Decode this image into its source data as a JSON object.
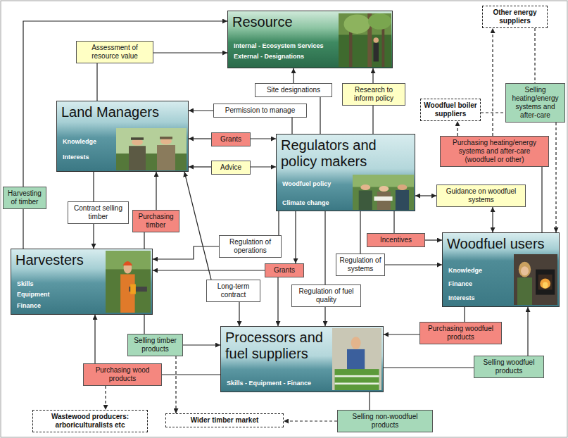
{
  "diagram": {
    "nodes": [
      {
        "text": [
          "Resource",
          "Internal - Ecosystem Services",
          "External - Designations"
        ]
      },
      {
        "text": [
          "Other energy suppliers"
        ]
      },
      {
        "text": [
          "Assessment of resource value"
        ]
      },
      {
        "text": [
          "Site designations"
        ]
      },
      {
        "text": [
          "Research to inform policy"
        ]
      },
      {
        "text": [
          "Land Managers",
          "Knowledge",
          "Interests"
        ]
      },
      {
        "text": [
          "Permission to manage"
        ]
      },
      {
        "text": [
          "Woodfuel boiler suppliers"
        ]
      },
      {
        "text": [
          "Selling heating/energy systems and after-care"
        ]
      },
      {
        "text": [
          "Grants"
        ]
      },
      {
        "text": [
          "Regulators and policy makers",
          "Woodfuel policy",
          "Climate change"
        ]
      },
      {
        "text": [
          "Purchasing heating/energy systems and after-care (woodfuel or other)"
        ]
      },
      {
        "text": [
          "Advice"
        ]
      },
      {
        "text": [
          "Guidance on woodfuel systems"
        ]
      },
      {
        "text": [
          "Harvesting of timber"
        ]
      },
      {
        "text": [
          "Contract selling timber"
        ]
      },
      {
        "text": [
          "Purchasing timber"
        ]
      },
      {
        "text": [
          "Incentives"
        ]
      },
      {
        "text": [
          "Regulation of operations"
        ]
      },
      {
        "text": [
          "Woodfuel users",
          "Knowledge",
          "Finance",
          "Interests"
        ]
      },
      {
        "text": [
          "Harvesters",
          "Skills",
          "Equipment",
          "Finance"
        ]
      },
      {
        "text": [
          "Regulation of systems"
        ]
      },
      {
        "text": [
          "Grants"
        ]
      },
      {
        "text": [
          "Long-term contract"
        ]
      },
      {
        "text": [
          "Regulation of fuel quality"
        ]
      },
      {
        "text": [
          "Purchasing woodfuel products"
        ]
      },
      {
        "text": [
          "Selling timber products"
        ]
      },
      {
        "text": [
          "Processors and fuel suppliers",
          "Skills - Equipment - Finance"
        ]
      },
      {
        "text": [
          "Selling woodfuel products"
        ]
      },
      {
        "text": [
          "Purchasing wood products"
        ]
      },
      {
        "text": [
          "Wastewood producers: arboriculturalists etc"
        ]
      },
      {
        "text": [
          "Wider timber market"
        ]
      },
      {
        "text": [
          "Selling non-woodfuel products"
        ]
      }
    ],
    "edges": [
      {
        "from": 5,
        "to": 2,
        "arrow": "none"
      },
      {
        "from": 2,
        "to": 0,
        "arrow": "to"
      },
      {
        "from": 20,
        "to": 14,
        "arrow": "none"
      },
      {
        "from": 14,
        "to": 0,
        "arrow": "to"
      },
      {
        "from": 10,
        "to": 3,
        "arrow": "none"
      },
      {
        "from": 3,
        "to": 0,
        "arrow": "to"
      },
      {
        "from": 10,
        "to": 4,
        "arrow": "none"
      },
      {
        "from": 4,
        "to": 0,
        "arrow": "to"
      },
      {
        "from": 10,
        "to": 6,
        "arrow": "none"
      },
      {
        "from": 6,
        "to": 5,
        "arrow": "to"
      },
      {
        "from": 9,
        "to": 5,
        "arrow": "to"
      },
      {
        "from": 9,
        "to": 10,
        "arrow": "to"
      },
      {
        "from": 12,
        "to": 5,
        "arrow": "to"
      },
      {
        "from": 12,
        "to": 10,
        "arrow": "to"
      },
      {
        "from": 5,
        "to": 15,
        "arrow": "none"
      },
      {
        "from": 15,
        "to": 20,
        "arrow": "to"
      },
      {
        "from": 20,
        "to": 16,
        "arrow": "none"
      },
      {
        "from": 16,
        "to": 5,
        "arrow": "to"
      },
      {
        "from": 10,
        "to": 18,
        "arrow": "none"
      },
      {
        "from": 18,
        "to": 20,
        "arrow": "to"
      },
      {
        "from": 10,
        "to": 22,
        "arrow": "to"
      },
      {
        "from": 22,
        "to": 20,
        "arrow": "to"
      },
      {
        "from": 22,
        "to": 27,
        "arrow": "to"
      },
      {
        "from": 23,
        "to": 5,
        "arrow": "to"
      },
      {
        "from": 23,
        "to": 27,
        "arrow": "to"
      },
      {
        "from": 10,
        "to": 24,
        "arrow": "none"
      },
      {
        "from": 24,
        "to": 27,
        "arrow": "to"
      },
      {
        "from": 10,
        "to": 21,
        "arrow": "none"
      },
      {
        "from": 21,
        "to": 19,
        "arrow": "to"
      },
      {
        "from": 10,
        "to": 17,
        "arrow": "none"
      },
      {
        "from": 17,
        "to": 19,
        "arrow": "to"
      },
      {
        "from": 10,
        "to": 13,
        "arrow": "both"
      },
      {
        "from": 13,
        "to": 19,
        "arrow": "both"
      },
      {
        "from": 19,
        "to": 11,
        "arrow": "none"
      },
      {
        "from": 11,
        "to": 7,
        "arrow": "to"
      },
      {
        "from": 11,
        "to": 1,
        "arrow": "to"
      },
      {
        "from": 1,
        "to": 8,
        "arrow": "none"
      },
      {
        "from": 7,
        "to": 8,
        "arrow": "none"
      },
      {
        "from": 8,
        "to": 19,
        "arrow": "to"
      },
      {
        "from": 19,
        "to": 25,
        "arrow": "none"
      },
      {
        "from": 25,
        "to": 27,
        "arrow": "to"
      },
      {
        "from": 27,
        "to": 28,
        "arrow": "none"
      },
      {
        "from": 28,
        "to": 19,
        "arrow": "to"
      },
      {
        "from": 27,
        "to": 32,
        "arrow": "none"
      },
      {
        "from": 32,
        "to": 31,
        "arrow": "to"
      },
      {
        "from": 20,
        "to": 26,
        "arrow": "none"
      },
      {
        "from": 26,
        "to": 27,
        "arrow": "to"
      },
      {
        "from": 26,
        "to": 31,
        "arrow": "to"
      },
      {
        "from": 27,
        "to": 29,
        "arrow": "none"
      },
      {
        "from": 29,
        "to": 20,
        "arrow": "to"
      },
      {
        "from": 29,
        "to": 30,
        "arrow": "to"
      }
    ]
  }
}
